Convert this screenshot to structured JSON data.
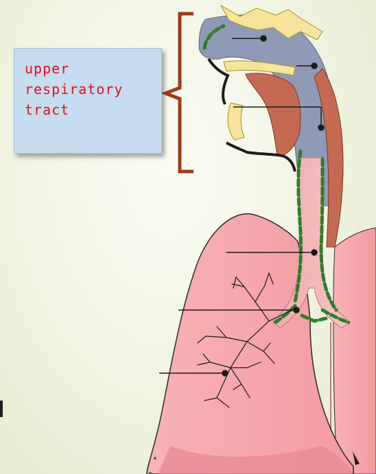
{
  "label": {
    "text": "upper\nrespiratory\ntract"
  },
  "colors": {
    "label_text": "#e0101c",
    "label_background": "#c6dcef",
    "bracket": "#a03a18",
    "lung": "#f5a3a8",
    "airway_gray": "#8f9ab6",
    "bone": "#f6e49a",
    "muscle": "#c56a52",
    "mucosa": "#2f7d2a"
  },
  "icons": {
    "bracket": "curly-bracket",
    "organ": "respiratory-system-illustration"
  }
}
